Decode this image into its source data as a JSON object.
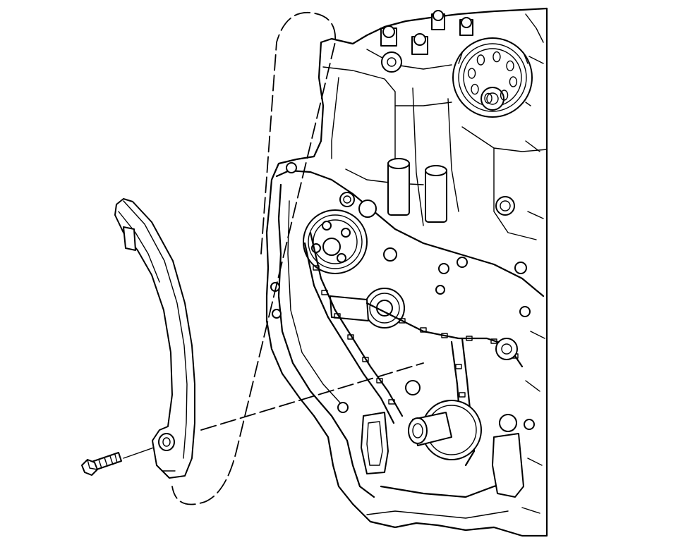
{
  "figure": {
    "background": "#ffffff",
    "line_color": "#000000",
    "components": [
      "engine-front-block",
      "camshaft-sprocket",
      "intake-camshaft-sprocket",
      "exhaust-camshaft-sprocket",
      "crankshaft-sprocket",
      "timing-chain",
      "timing-chain-guide",
      "guide-bolt",
      "callout-loop",
      "alignment-line"
    ]
  }
}
